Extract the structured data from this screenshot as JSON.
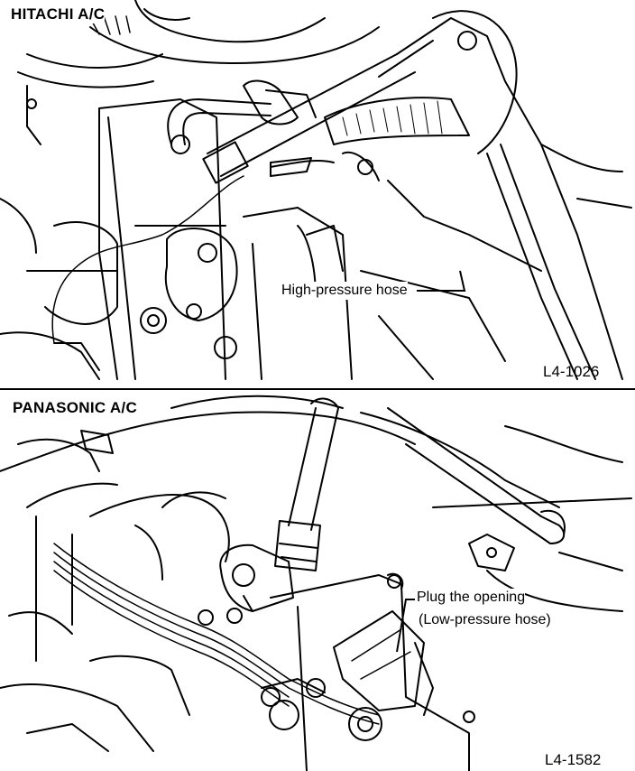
{
  "panels": [
    {
      "title": "HITACHI A/C",
      "callout": "High-pressure hose",
      "figure_code": "L4-1026"
    },
    {
      "title": "PANASONIC A/C",
      "callout_line1": "Plug the opening",
      "callout_line2": "(Low-pressure hose)",
      "figure_code": "L4-1582"
    }
  ]
}
